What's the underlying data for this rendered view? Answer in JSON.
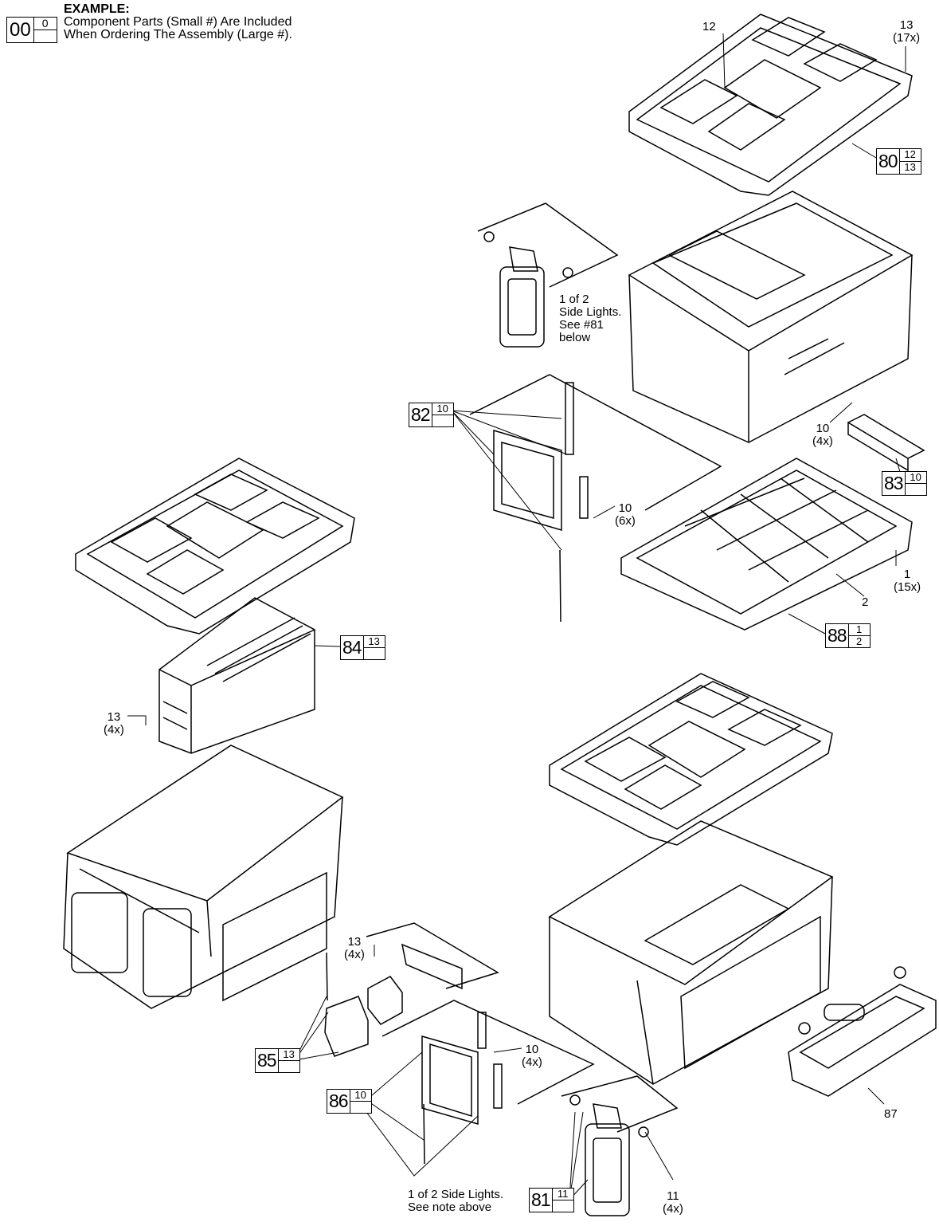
{
  "example": {
    "big": "00",
    "small_top": "0",
    "small_bottom": "",
    "heading": "EXAMPLE:",
    "line1": "Component Parts (Small #) Are Included",
    "line2": "When Ordering The Assembly (Large #)."
  },
  "labels": {
    "p12": "12",
    "p13_top": "13",
    "p13_top_qty": "(17x)",
    "side_light_note": [
      "1 of 2",
      "Side Lights.",
      "See #81",
      "below"
    ],
    "p10_a": "10",
    "p10_a_qty": "(4x)",
    "p10_b": "10",
    "p10_b_qty": "(6x)",
    "p1": "1",
    "p1_qty": "(15x)",
    "p2": "2",
    "p13_left": "13",
    "p13_left_qty": "(4x)",
    "p13_mid": "13",
    "p13_mid_qty": "(4x)",
    "p10_c": "10",
    "p10_c_qty": "(4x)",
    "p11": "11",
    "p11_qty": "(4x)",
    "p87": "87",
    "bottom_note": [
      "1 of 2 Side Lights.",
      "See note above"
    ]
  },
  "callouts": {
    "c80": {
      "big": "80",
      "top": "12",
      "bottom": "13"
    },
    "c82": {
      "big": "82",
      "top": "10",
      "bottom": ""
    },
    "c83": {
      "big": "83",
      "top": "10",
      "bottom": ""
    },
    "c88": {
      "big": "88",
      "top": "1",
      "bottom": "2"
    },
    "c84": {
      "big": "84",
      "top": "13",
      "bottom": ""
    },
    "c85": {
      "big": "85",
      "top": "13",
      "bottom": ""
    },
    "c86": {
      "big": "86",
      "top": "10",
      "bottom": ""
    },
    "c81": {
      "big": "81",
      "top": "11",
      "bottom": ""
    }
  }
}
